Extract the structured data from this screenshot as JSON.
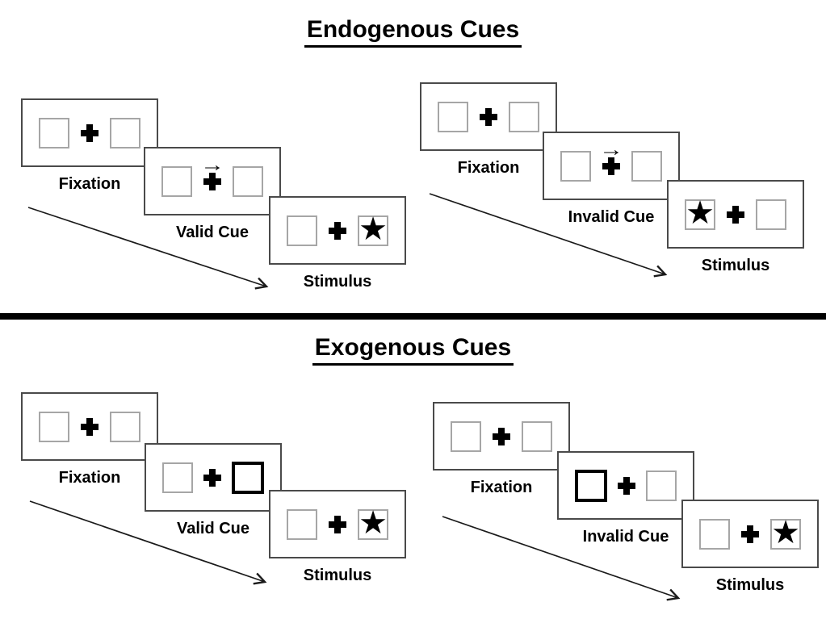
{
  "colors": {
    "background": "#ffffff",
    "panel_border": "#4a4a4a",
    "square_border": "#a6a6a6",
    "cue_square_border": "#000000",
    "ink": "#000000"
  },
  "glyphs": {
    "star": "★",
    "cue_arrow": "→"
  },
  "sections": [
    {
      "title": "Endogenous Cues",
      "sequences": [
        {
          "name": "valid",
          "steps": [
            {
              "label": "Fixation",
              "left_box": "empty",
              "center": "plus",
              "right_box": "empty"
            },
            {
              "label": "Valid Cue",
              "left_box": "empty",
              "center": "plus-with-right-arrow",
              "right_box": "empty"
            },
            {
              "label": "Stimulus",
              "left_box": "empty",
              "center": "plus",
              "right_box": "star"
            }
          ]
        },
        {
          "name": "invalid",
          "steps": [
            {
              "label": "Fixation",
              "left_box": "empty",
              "center": "plus",
              "right_box": "empty"
            },
            {
              "label": "Invalid Cue",
              "left_box": "empty",
              "center": "plus-with-right-arrow",
              "right_box": "empty"
            },
            {
              "label": "Stimulus",
              "left_box": "star",
              "center": "plus",
              "right_box": "empty"
            }
          ]
        }
      ]
    },
    {
      "title": "Exogenous Cues",
      "sequences": [
        {
          "name": "valid",
          "steps": [
            {
              "label": "Fixation",
              "left_box": "empty",
              "center": "plus",
              "right_box": "empty"
            },
            {
              "label": "Valid Cue",
              "left_box": "empty",
              "center": "plus",
              "right_box": "highlighted-box"
            },
            {
              "label": "Stimulus",
              "left_box": "empty",
              "center": "plus",
              "right_box": "star"
            }
          ]
        },
        {
          "name": "invalid",
          "steps": [
            {
              "label": "Fixation",
              "left_box": "empty",
              "center": "plus",
              "right_box": "empty"
            },
            {
              "label": "Invalid Cue",
              "left_box": "highlighted-box",
              "center": "plus",
              "right_box": "empty"
            },
            {
              "label": "Stimulus",
              "left_box": "empty",
              "center": "plus",
              "right_box": "star"
            }
          ]
        }
      ]
    }
  ]
}
